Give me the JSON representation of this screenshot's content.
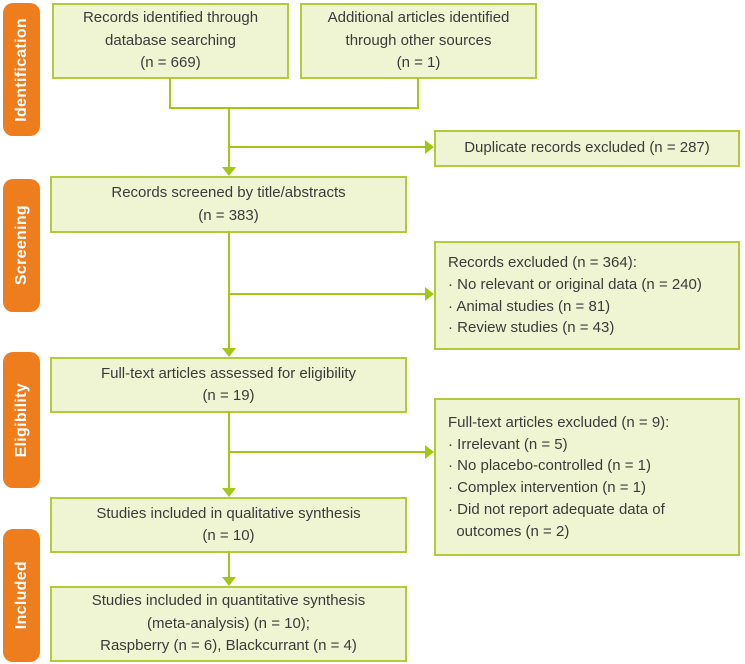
{
  "diagram_title": "PRISMA study selection flow diagram",
  "colors": {
    "stage_pill": "#ee7d1e",
    "box_fill": "#eff4d2",
    "box_border": "#b2cb3b",
    "arrow": "#a1c814",
    "text": "#3b3b3b"
  },
  "sidebar": {
    "stages": [
      {
        "label": "Identification"
      },
      {
        "label": "Screening"
      },
      {
        "label": "Eligibility"
      },
      {
        "label": "Included"
      }
    ]
  },
  "boxes": {
    "identified": {
      "lines": [
        "Records identified through",
        "database searching",
        "(n = 669)"
      ]
    },
    "additional": {
      "lines": [
        "Additional articles identified",
        "through other sources",
        "(n = 1)"
      ]
    },
    "screened": {
      "lines": [
        "Records screened by title/abstracts",
        "(n = 383)"
      ]
    },
    "fulltext_assessed": {
      "lines": [
        "Full-text articles assessed for eligibility",
        "(n = 19)"
      ]
    },
    "qualitative": {
      "lines": [
        "Studies included in qualitative synthesis",
        "(n = 10)"
      ]
    },
    "quantitative": {
      "lines": [
        "Studies included in quantitative synthesis",
        "(meta-analysis) (n = 10);",
        "Raspberry (n = 6), Blackcurrant (n = 4)"
      ]
    },
    "duplicates_excluded": {
      "lines": [
        "Duplicate records excluded (n = 287)"
      ]
    },
    "records_excluded": {
      "lines": [
        "Records excluded (n = 364):",
        "· No relevant or original data (n = 240)",
        "· Animal studies (n = 81)",
        "· Review studies (n = 43)"
      ]
    },
    "fulltext_excluded": {
      "lines": [
        "Full-text articles excluded (n = 9):",
        "· Irrelevant (n = 5)",
        "· No placebo-controlled (n = 1)",
        "· Complex intervention (n = 1)",
        "· Did not report adequate data of",
        "  outcomes (n = 2)"
      ]
    }
  }
}
